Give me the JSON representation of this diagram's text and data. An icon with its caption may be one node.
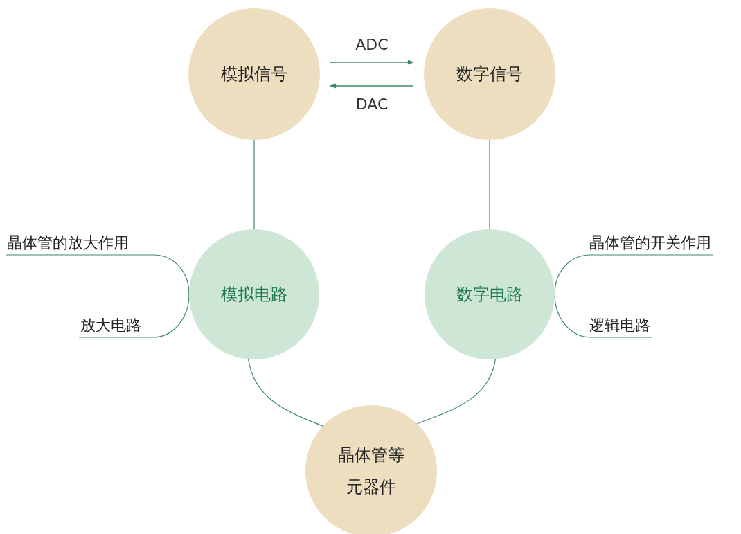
{
  "diagram": {
    "nodes": [
      {
        "text": [
          "模拟信号"
        ]
      },
      {
        "text": [
          "数字信号"
        ]
      },
      {
        "text": [
          "模拟电路"
        ]
      },
      {
        "text": [
          "数字电路"
        ]
      },
      {
        "text": [
          "晶体管等元器件"
        ]
      },
      {
        "text": [
          "晶体管的放大作用"
        ]
      },
      {
        "text": [
          "放大电路"
        ]
      },
      {
        "text": [
          "晶体管的开关作用"
        ]
      },
      {
        "text": [
          "逻辑电路"
        ]
      }
    ],
    "edges": [
      {
        "from": 0,
        "to": 1,
        "arrow": "to",
        "label": "ADC"
      },
      {
        "from": 1,
        "to": 0,
        "arrow": "to",
        "label": "DAC"
      },
      {
        "from": 0,
        "to": 2,
        "arrow": "none"
      },
      {
        "from": 1,
        "to": 3,
        "arrow": "none"
      },
      {
        "from": 2,
        "to": 4,
        "arrow": "none"
      },
      {
        "from": 3,
        "to": 4,
        "arrow": "none"
      },
      {
        "from": 5,
        "to": 2,
        "arrow": "none"
      },
      {
        "from": 6,
        "to": 2,
        "arrow": "none"
      },
      {
        "from": 7,
        "to": 3,
        "arrow": "none"
      },
      {
        "from": 8,
        "to": 3,
        "arrow": "none"
      }
    ]
  }
}
